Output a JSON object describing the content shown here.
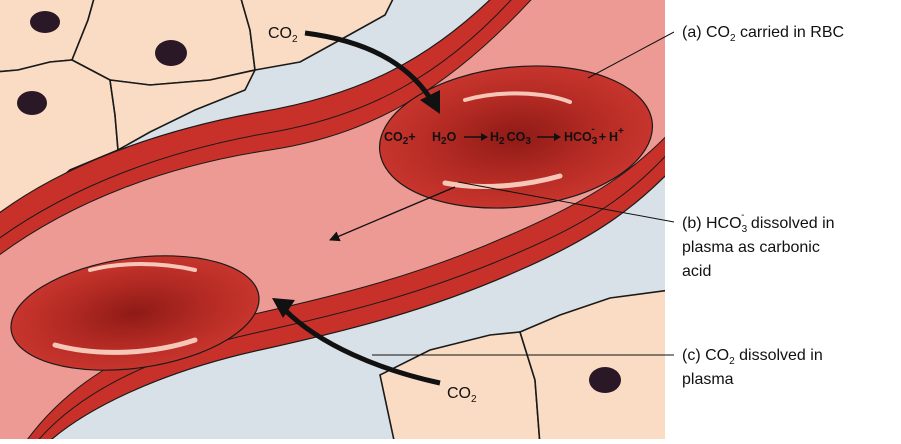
{
  "diagram": {
    "colors": {
      "tissue_background": "#d8e1e8",
      "cell_fill": "#f9dcc3",
      "nucleus": "#2b1826",
      "vessel_wall": "#c8312a",
      "plasma": "#ed9a95",
      "rbc_outer": "#c7352d",
      "rbc_center": "#8f1a16",
      "highlight": "#f6c7b8"
    },
    "tissue_labels": {
      "co2_top": {
        "base": "CO",
        "sub": "2"
      },
      "co2_bottom": {
        "base": "CO",
        "sub": "2"
      }
    },
    "equation": {
      "co2": {
        "base": "CO",
        "sub": "2"
      },
      "plus1": "+",
      "h2o": {
        "pre": "H",
        "sub": "2",
        "post": "O"
      },
      "h2co3": {
        "pre": "H",
        "sub1": "2",
        "mid": "CO",
        "sub2": "3"
      },
      "hco3": {
        "base": "HCO",
        "sub": "3",
        "sup": "-"
      },
      "plus2": "+",
      "hplus": {
        "base": "H",
        "sup": "+"
      }
    },
    "callouts": {
      "a": {
        "prefix": "(a) CO",
        "sub": "2",
        "suffix": " carried in RBC"
      },
      "b": {
        "prefix": "(b) HCO",
        "sub": "3",
        "sup": "-",
        "suffix": " dissolved in",
        "line2": "plasma as carbonic",
        "line3": "acid"
      },
      "c": {
        "prefix": "(c) CO",
        "sub": "2",
        "suffix": " dissolved in",
        "line2": "plasma"
      }
    }
  }
}
